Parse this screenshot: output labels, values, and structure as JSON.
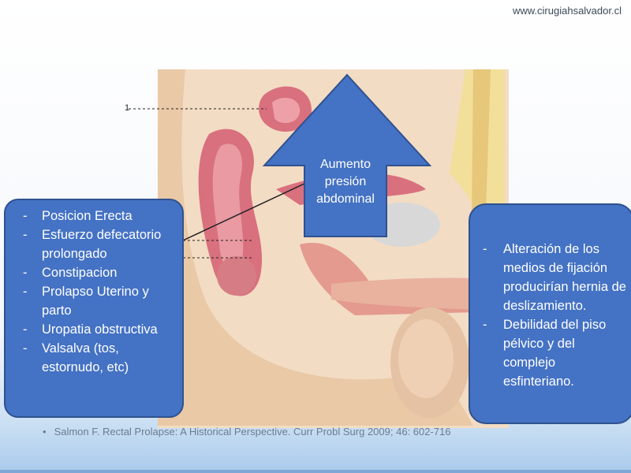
{
  "watermark": "www.cirugiahsalvador.cl",
  "figure_label": "1",
  "arrow": {
    "line1": "Aumento",
    "line2": "presión",
    "line3": "abdominal"
  },
  "left_box": {
    "items": [
      "Posicion Erecta",
      "Esfuerzo defecatorio prolongado",
      "Constipacion",
      "Prolapso Uterino y parto",
      "Uropatia obstructiva",
      "Valsalva (tos, estornudo, etc)"
    ]
  },
  "right_box": {
    "items": [
      "Alteración de los medios de fijación producirían hernia de deslizamiento.",
      "Debilidad del piso pélvico y del complejo esfinteriano."
    ]
  },
  "reference": "Salmon F. Rectal Prolapse: A Historical Perspective. Curr Probl Surg 2009; 46: 602-716",
  "colors": {
    "box": "#4472c4",
    "box_border": "#2f528f"
  }
}
